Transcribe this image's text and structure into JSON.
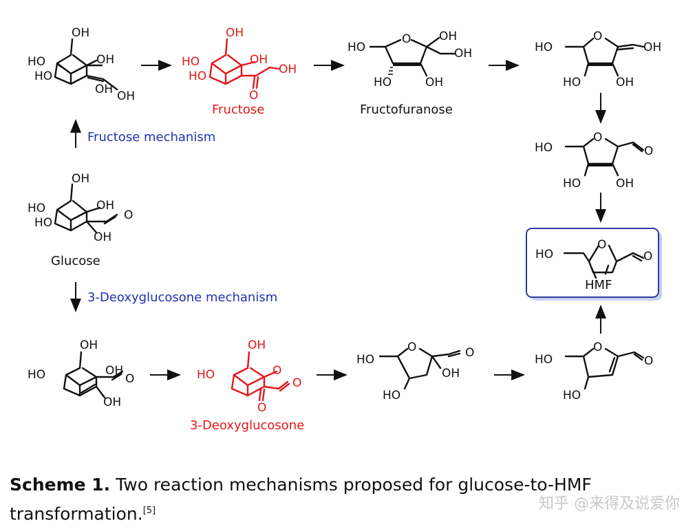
{
  "compounds": {
    "fructose": "Fructose",
    "fructofuranose": "Fructofuranose",
    "glucose": "Glucose",
    "deoxyglucosone": "3-Deoxyglucosone",
    "hmf": "HMF"
  },
  "mechanisms": {
    "fructose": "Fructose mechanism",
    "deoxy": "3-Deoxyglucosone mechanism"
  },
  "atoms": {
    "oh": "OH",
    "ho": "HO",
    "o": "O"
  },
  "caption": {
    "label": "Scheme 1.",
    "text": " Two reaction mechanisms proposed for glucose-to-HMF transformation.",
    "ref": "[5]"
  },
  "watermark": "知乎 @来得及说爱你",
  "colors": {
    "intermediate": "#e01818",
    "mechanism": "#2230b0",
    "hmf_box": "#2a3a9a"
  }
}
